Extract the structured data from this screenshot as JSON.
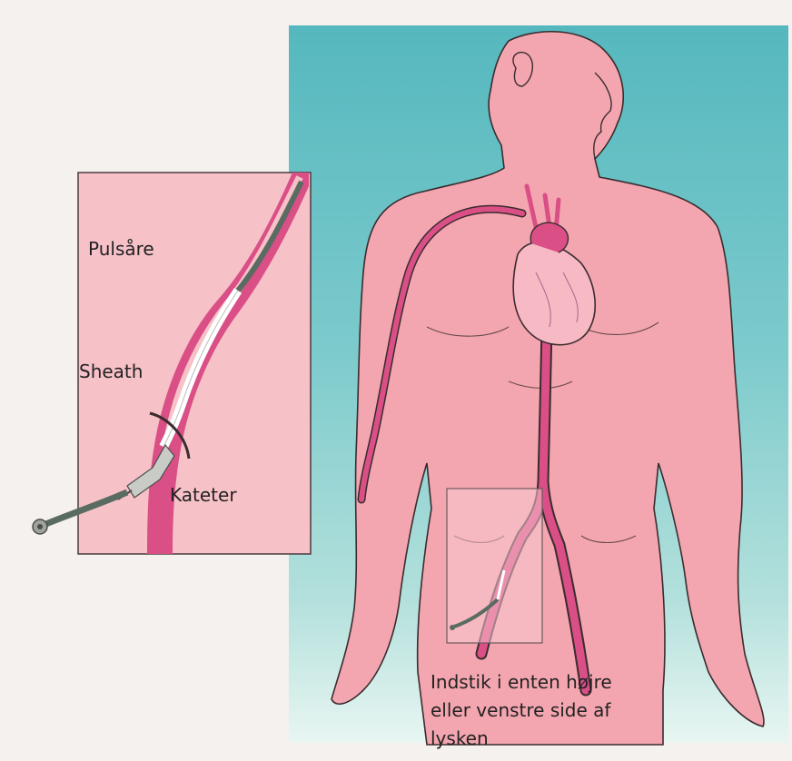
{
  "labels": {
    "artery": "Pulsåre",
    "sheath": "Sheath",
    "catheter": "Kateter"
  },
  "caption": {
    "line1": "Indstik i enten højre",
    "line2": "eller venstre side af",
    "line3": "lysken"
  },
  "colors": {
    "background_panel": "#6cc3c6",
    "skin": "#f4a6b0",
    "artery": "#d94f86",
    "catheter": "#5a6b62",
    "inset_background": "#f7c1c8"
  }
}
